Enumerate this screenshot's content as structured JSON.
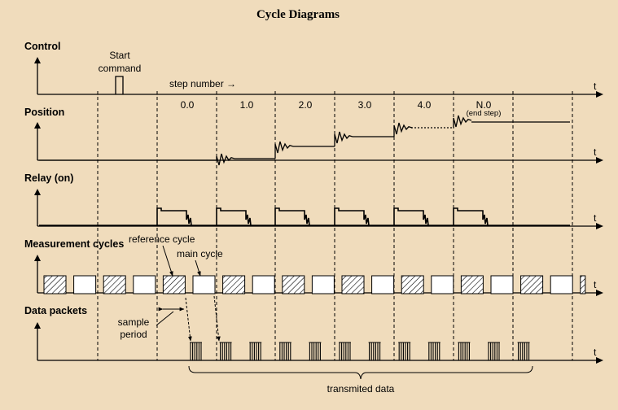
{
  "title": "Cycle Diagrams",
  "axis_label": "t",
  "rows": {
    "control": "Control",
    "position": "Position",
    "relay": "Relay (on)",
    "measurement": "Measurement cycles",
    "data": "Data packets"
  },
  "annotations": {
    "start_line1": "Start",
    "start_line2": "command",
    "step_number": "step number →",
    "reference_cycle": "reference cycle",
    "main_cycle": "main cycle",
    "sample_line1": "sample",
    "sample_line2": "period",
    "transmitted": "transmited data",
    "end_step": "(end step)"
  },
  "steps": [
    "0.0",
    "1.0",
    "2.0",
    "3.0",
    "4.0",
    "N.0"
  ],
  "colors": {
    "background": "#f0dcbc",
    "ink": "#000000",
    "box_fill": "#ffffff"
  }
}
